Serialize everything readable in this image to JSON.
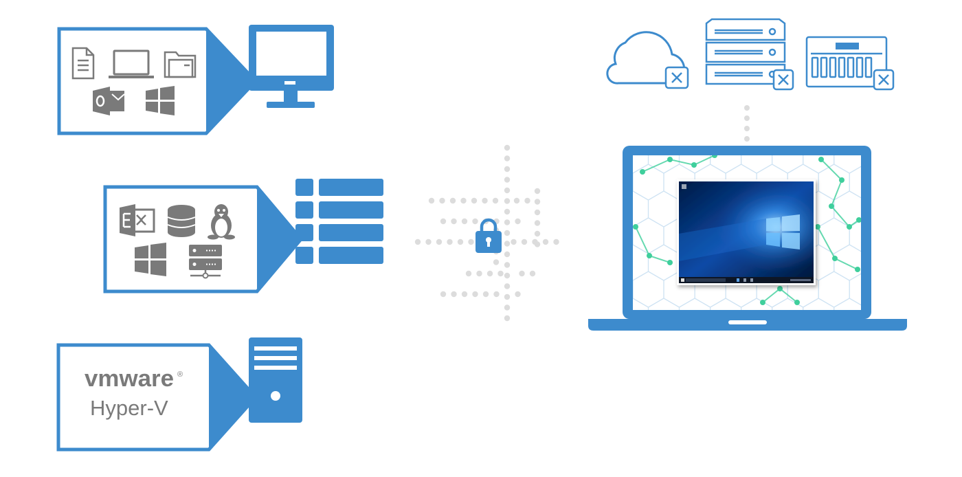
{
  "diagram": {
    "colors": {
      "blue": "#3d8bcd",
      "icon_gray": "#7a7a7a",
      "dot_gray": "#dcdcdc",
      "network_green": "#3fcf9c",
      "network_light": "#cfe3f3"
    },
    "sources": [
      {
        "name": "workstation",
        "target_icon": "desktop-monitor-icon",
        "content_icons": [
          "document-icon",
          "laptop-icon",
          "folder-icon",
          "outlook-icon",
          "windows-icon"
        ]
      },
      {
        "name": "server-applications",
        "target_icon": "server-list-icon",
        "content_icons": [
          "exchange-icon",
          "database-icon",
          "linux-icon",
          "windows-icon",
          "network-server-icon"
        ]
      },
      {
        "name": "virtualization",
        "target_icon": "server-tower-icon",
        "logo_text": "vmware",
        "logo_mark": "®",
        "label": "Hyper-V"
      }
    ],
    "center_icon": "padlock-icon",
    "storage_targets": [
      "cloud-icon",
      "rack-server-icon",
      "nas-icon"
    ],
    "storage_badge_icon": "connector-badge-icon",
    "destination": {
      "device_icon": "laptop-icon",
      "screen_content": "windows-desktop-screenshot"
    }
  }
}
